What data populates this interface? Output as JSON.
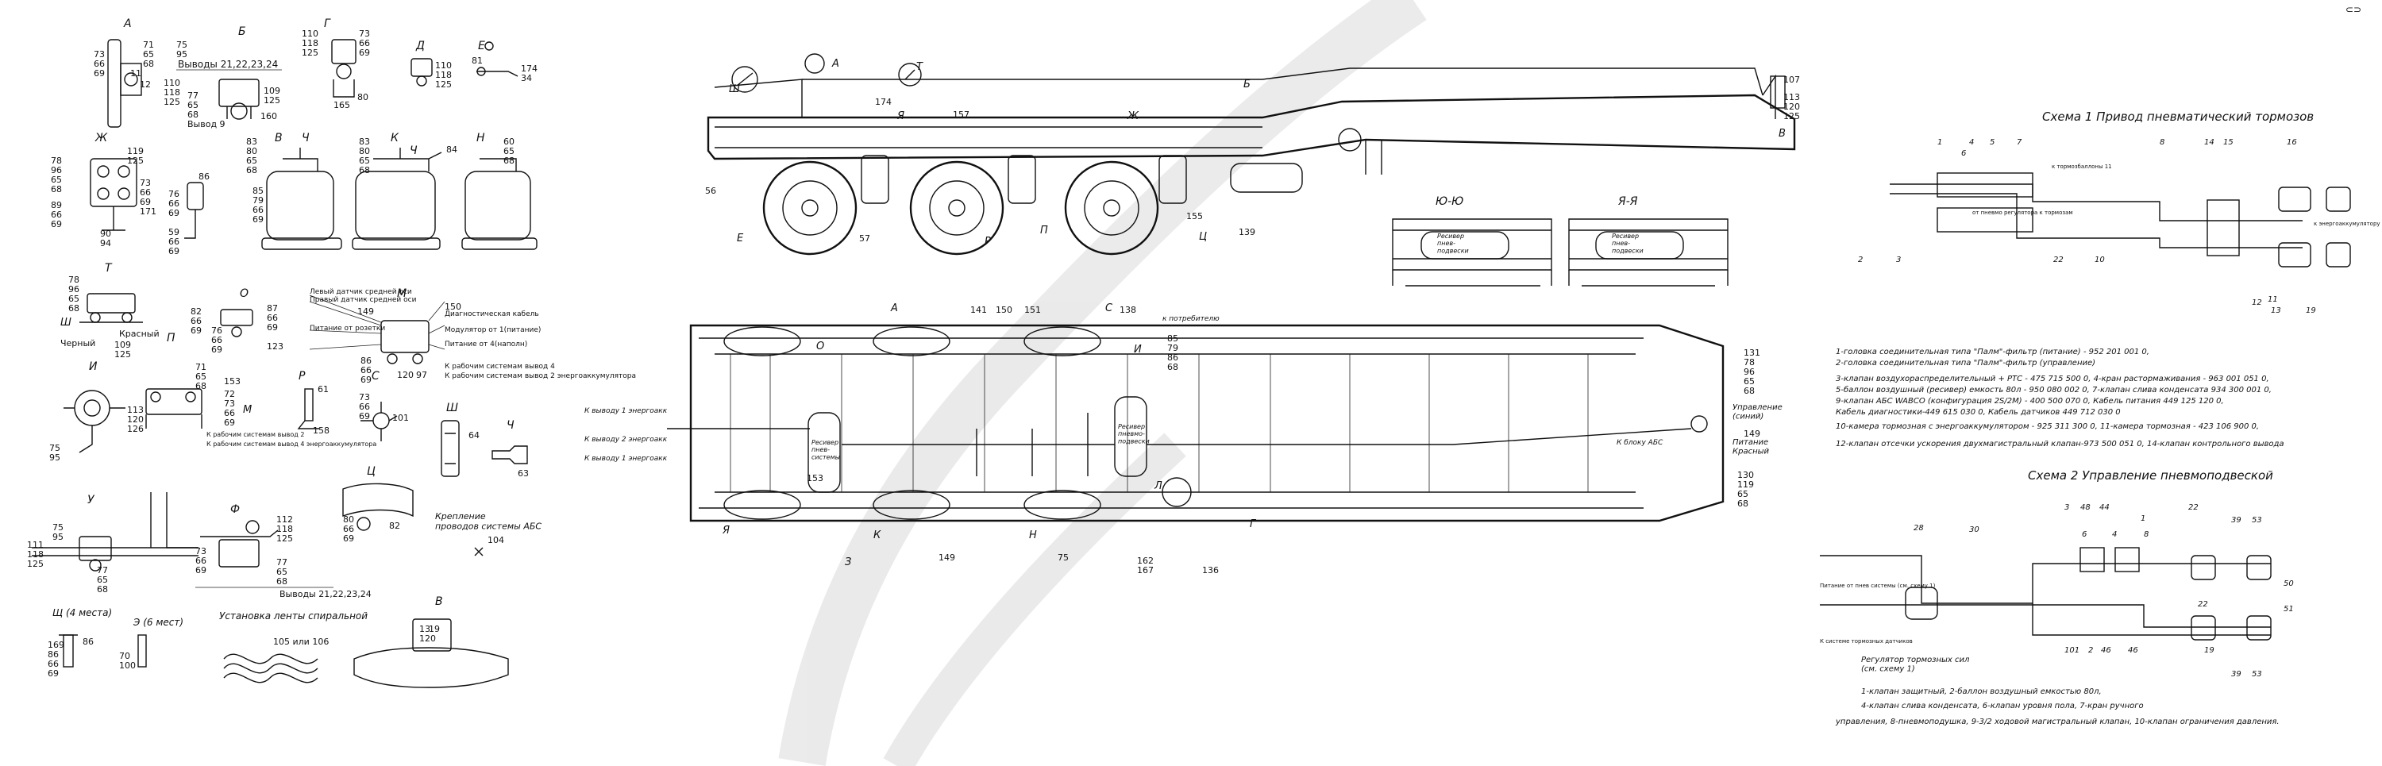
{
  "letters": [
    "А",
    "Б",
    "Г",
    "Д",
    "Е",
    "Ж",
    "В",
    "Ч",
    "К",
    "Н",
    "Т",
    "О",
    "М",
    "Ш",
    "И",
    "П",
    "Р",
    "С",
    "Ц",
    "Ф",
    "Ш",
    "Ч",
    "Щ",
    "У",
    "Э",
    "В"
  ],
  "detail_labels": {
    "b_text": "Выводы 21,22,23,24",
    "b_vyvod": "Вывод 9",
    "f_text": "Выводы 21,22,23,24",
    "krasny": "Красный",
    "cherny": "Черный",
    "m_notes": [
      "Левый датчик средней оси",
      "Правый датчик средней оси",
      "Диагностическая кабель",
      "Питание от розетки",
      "Модулятор от 1(питание)",
      "Питание от 4(наполн)",
      "К рабочим системам вывод 4",
      "К рабочим системам вывод 2 энергоаккумулятора"
    ],
    "p_notes": [
      "К рабочим системам вывод 2",
      "К рабочим системам вывод 4 энергоаккумулятора"
    ],
    "shch_title": "Щ (4 места)",
    "e_title": "Э (6 мест)",
    "ustanovka": "Установка ленты спиральной",
    "v_bottom_title": "В",
    "kreplenie": "Крепление\nпроводов системы АБС",
    "part_104": "104"
  },
  "side_view": {
    "sections": [
      "Б",
      "Ж",
      "А",
      "Т",
      "Ш",
      "Е",
      "П",
      "Р",
      "Ц",
      "В",
      "Я"
    ],
    "parts": [
      "107",
      "113",
      "120",
      "125",
      "174",
      "157",
      "155",
      "139",
      "56",
      "57"
    ]
  },
  "section_views": {
    "yu_title": "Ю-Ю",
    "ya_title": "Я-Я",
    "receiver_label": "Ресивер\nпнев-\nподвески"
  },
  "plan_view": {
    "labels": [
      "О",
      "А",
      "С",
      "И",
      "К",
      "Н",
      "Г",
      "Л",
      "З",
      "Я"
    ],
    "receiver1": "Ресивер\nпнев-\nсистемы",
    "receiver2": "Ресивер\nпневмо-\nподвески",
    "to_energy1": "К выводу 1 энергоакк",
    "to_energy2": "К выводу 2 энергоакк",
    "to_energy3": "К выводу 1 энергоакк",
    "to_abs": "К блоку АБС",
    "to_consumers": "к потребителю",
    "upravlenie": "Управление\n(синий)",
    "pitanie": "Питание\nКрасный",
    "part_numbers": [
      "141",
      "150",
      "151",
      "138",
      "85",
      "79",
      "86",
      "68",
      "153",
      "149",
      "75",
      "162",
      "167",
      "136",
      "131",
      "78",
      "96",
      "65",
      "68",
      "130",
      "119",
      "65",
      "68",
      "149"
    ]
  },
  "scheme1": {
    "title": "Схема 1 Привод пневматический тормозов",
    "labels": [
      "1",
      "4",
      "5",
      "7",
      "8",
      "14",
      "15",
      "16",
      "2",
      "3",
      "22",
      "10",
      "11",
      "12",
      "13",
      "19",
      "6"
    ],
    "note1": "к тормозбаллоны 11",
    "note2": "от пневмо регулятора к тормозам",
    "note3": "к энергоаккумулятору",
    "legend": [
      "1-головка соединительная типа \"Палм\"-фильтр (питание) - 952 201 001 0,",
      " 2-головка соединительная типа \"Палм\"-фильтр (управление)",
      "3-клапан воздухораспределительный + РТС - 475 715 500 0, 4-кран растормаживания - 963 001 051 0,",
      "5-баллон воздушный (ресивер) емкость 80л - 950 080 002 0, 7-клапан слива конденсата 934 300 001 0,",
      "9-клапан АБС WABCO (конфигурация 2S/2M) - 400 500 070 0, Кабель питания 449 125 120 0,",
      "Кабель диагностики-449 615 030 0, Кабель датчиков 449 712 030 0",
      "10-камера тормозная с энергоаккумулятором - 925 311 300 0, 11-камера тормозная - 423 106 900 0,",
      "12-клапан отсечки ускорения двухмагистральный клапан-973 500 051 0, 14-клапан контрольного вывода"
    ]
  },
  "scheme2": {
    "title": "Схема 2 Управление пневмоподвеской",
    "labels": [
      "28",
      "30",
      "48",
      "44",
      "1",
      "22",
      "39",
      "53",
      "50",
      "6",
      "8",
      "4",
      "46",
      "101",
      "46",
      "2",
      "53",
      "39",
      "22",
      "51",
      "19",
      "3"
    ],
    "note_top": "Питание от пнев системы (см. схему 1)",
    "note_bottom": "К системе тормозных датчиков",
    "regulator": "Регулятор тормозных сил\n(см. схему 1)",
    "legend": [
      "1-клапан защитный, 2-баллон воздушный емкостью 80л,",
      "4-клапан слива конденсата, 6-клапан уровня пола, 7-кран ручного",
      "управления, 8-пневмоподушка, 9-3/2 ходовой магистральный клапан, 10-клапан ограничения давления."
    ]
  },
  "corner_mark": "⊂⊃"
}
